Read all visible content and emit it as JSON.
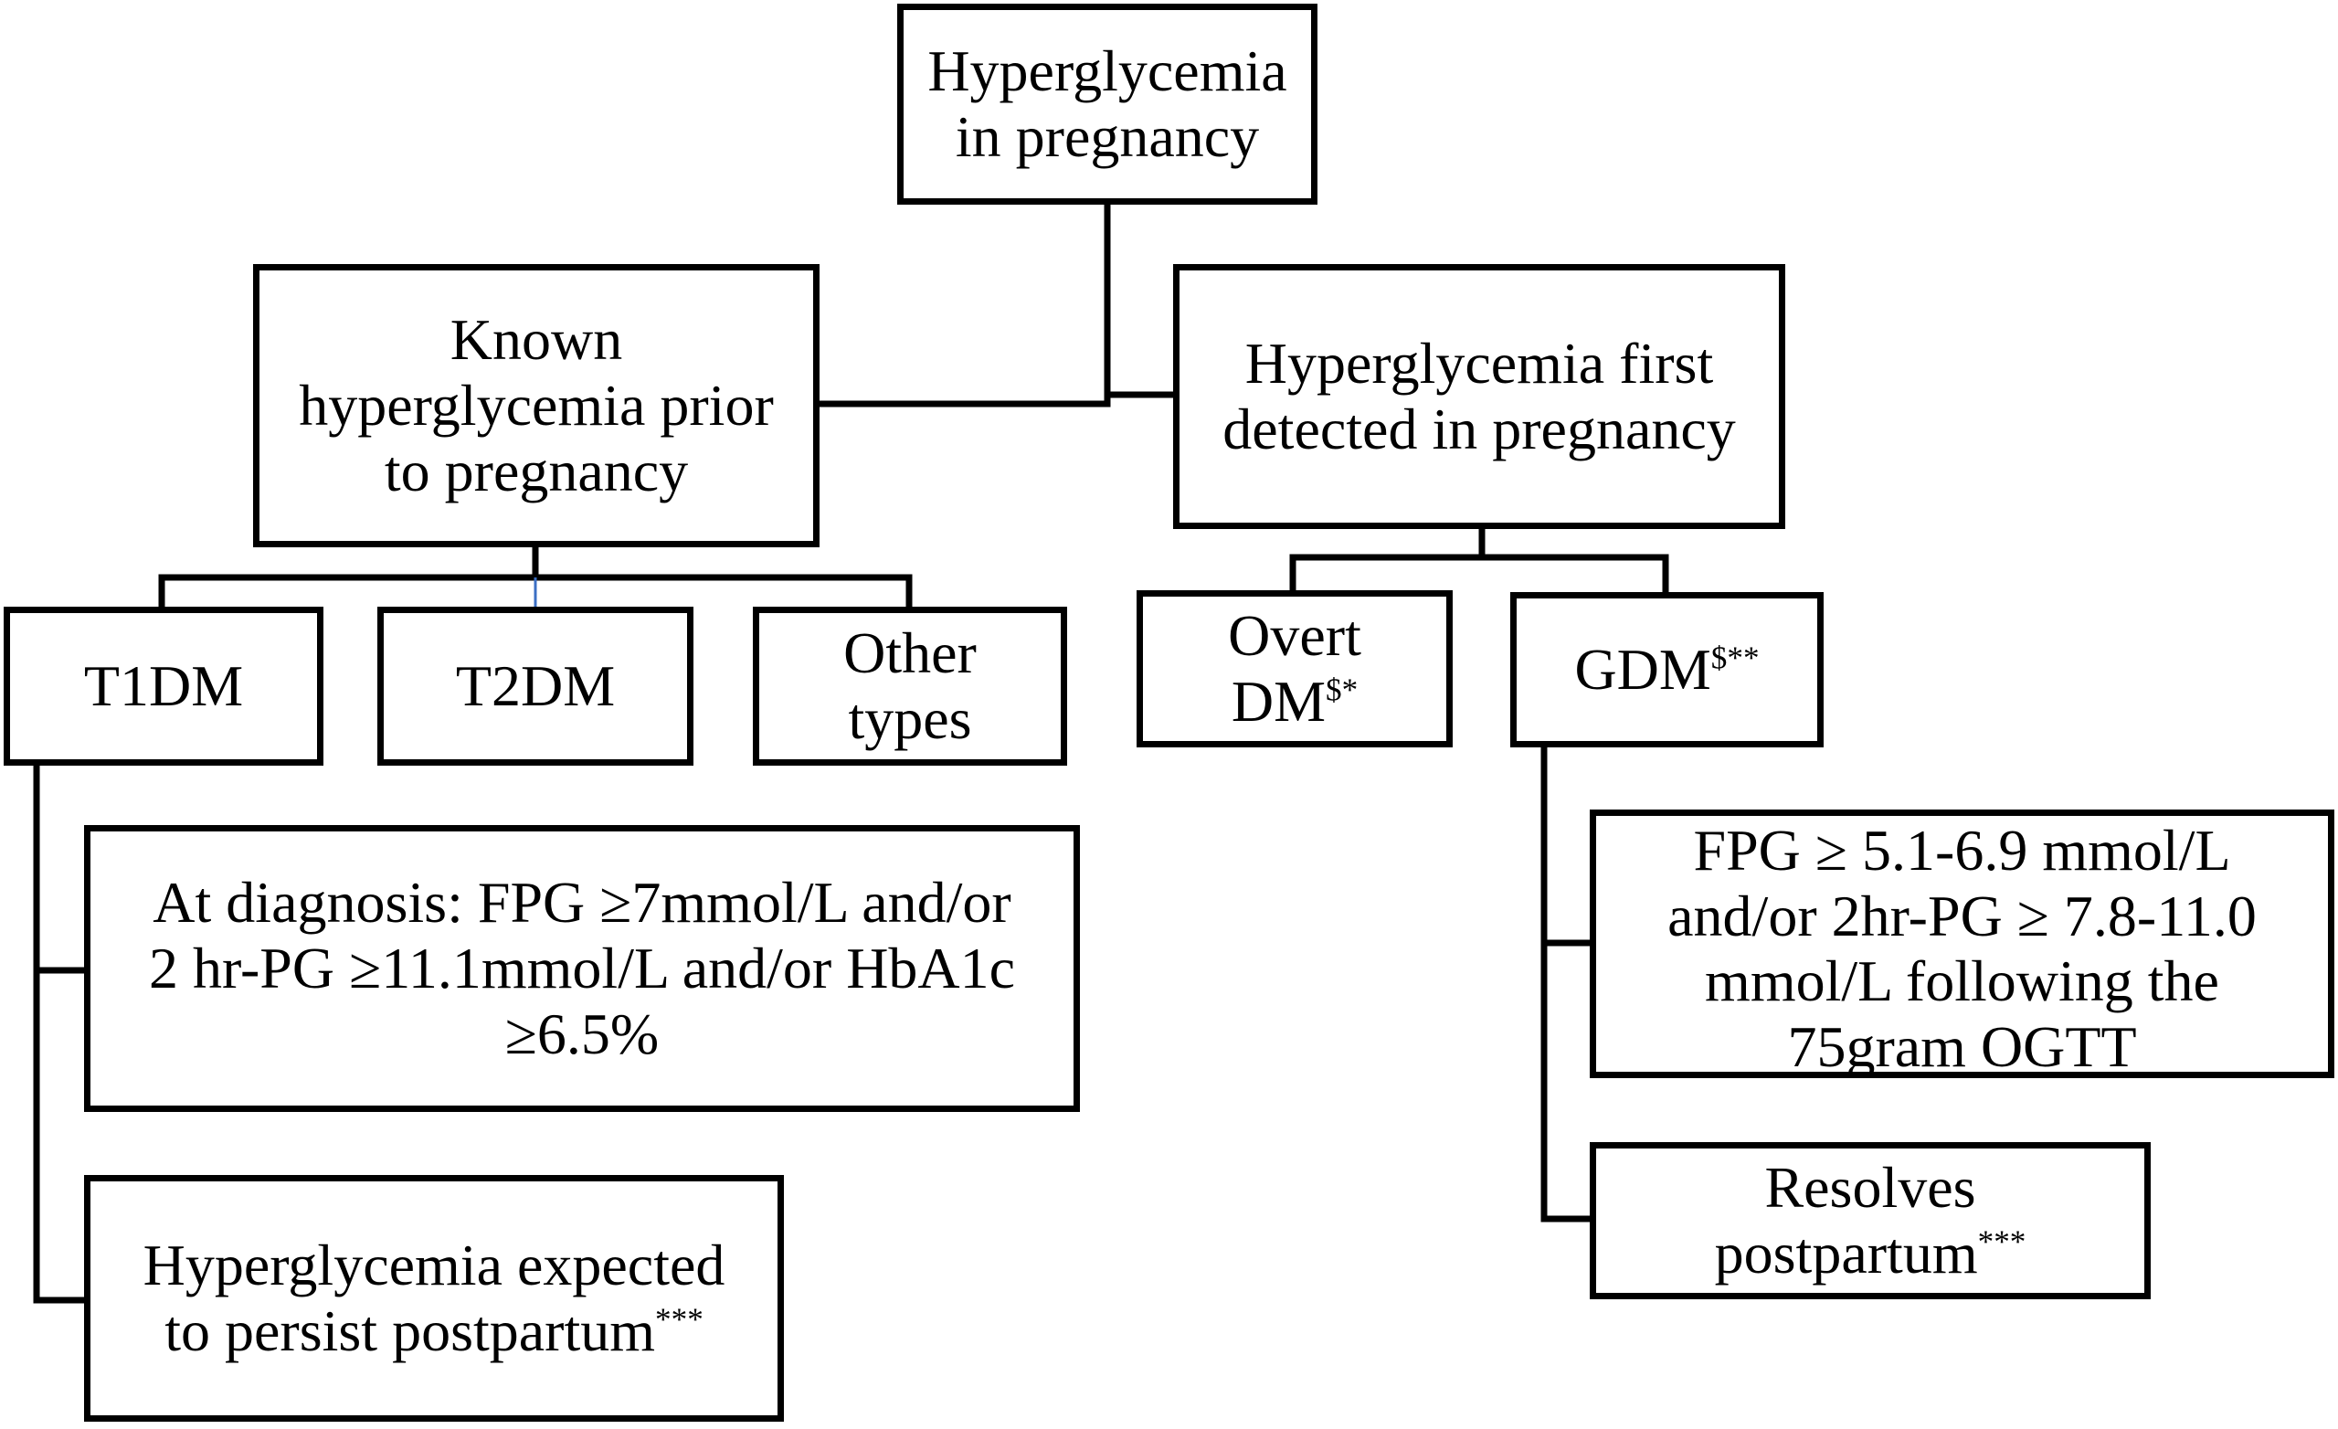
{
  "diagram": {
    "root": {
      "line1": "Hyperglycemia",
      "line2": "in pregnancy"
    },
    "known": {
      "line1": "Known",
      "line2": "hyperglycemia prior",
      "line3": "to pregnancy"
    },
    "first_detected": {
      "line1": "Hyperglycemia first",
      "line2": "detected in pregnancy"
    },
    "t1dm": {
      "label": "T1DM"
    },
    "t2dm": {
      "label": "T2DM"
    },
    "other_types": {
      "line1": "Other",
      "line2": "types"
    },
    "overt_dm": {
      "line1": "Overt",
      "line2": "DM",
      "sup": "$*"
    },
    "gdm": {
      "label": "GDM",
      "sup": "$**"
    },
    "diagnosis_criteria": {
      "line1": "At diagnosis: FPG ≥7mmol/L and/or",
      "line2": "2 hr-PG ≥11.1mmol/L and/or HbA1c",
      "line3": "≥6.5%"
    },
    "persist_postpartum": {
      "line1": "Hyperglycemia expected",
      "line2": "to persist postpartum",
      "sup": "***"
    },
    "gdm_criteria": {
      "line1": "FPG ≥ 5.1-6.9 mmol/L",
      "line2": "and/or 2hr-PG ≥ 7.8-11.0",
      "line3": "mmol/L following the",
      "line4": "75gram OGTT"
    },
    "resolves_postpartum": {
      "line1": "Resolves",
      "line2": "postpartum",
      "sup": "***"
    }
  }
}
